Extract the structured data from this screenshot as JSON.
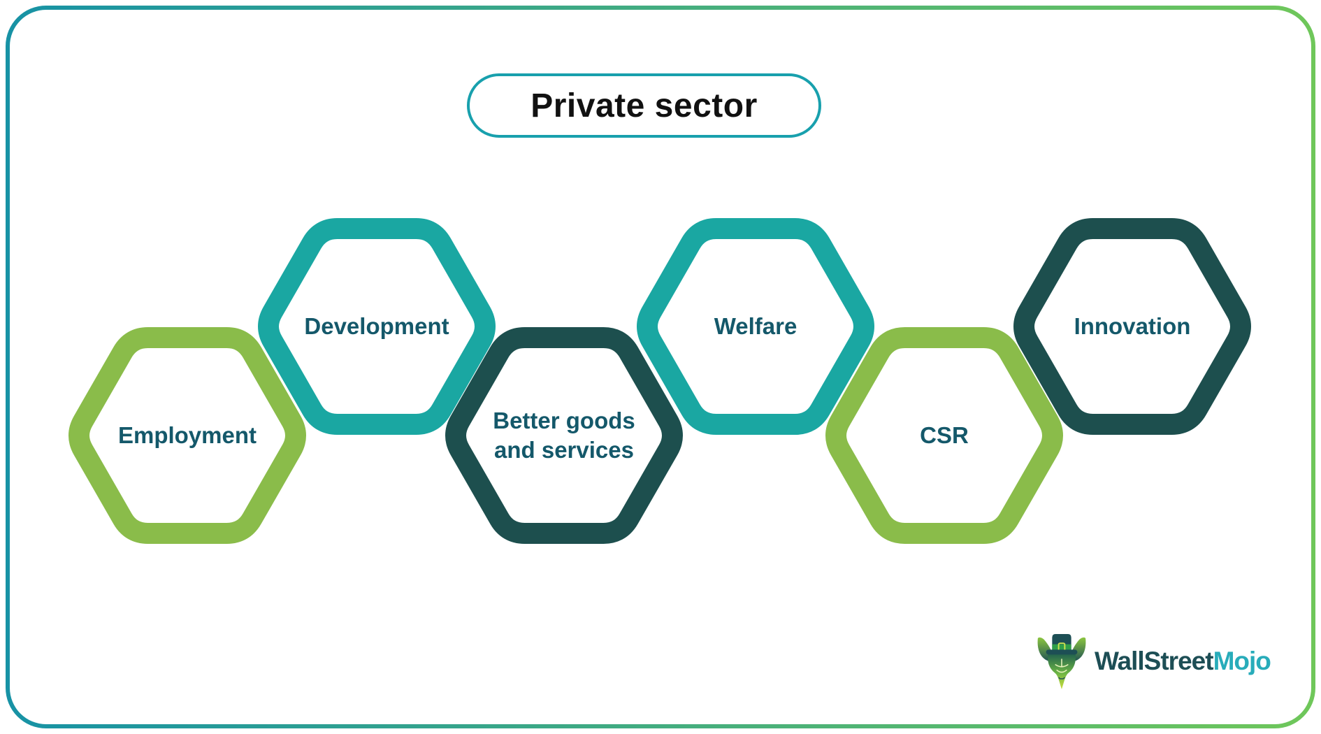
{
  "title": {
    "label": "Private sector"
  },
  "hexagons": [
    {
      "label": "Employment",
      "color": "#8abc4a"
    },
    {
      "label": "Development",
      "color": "#1aa7a2"
    },
    {
      "label": "Better goods and services",
      "color": "#1d4f4e"
    },
    {
      "label": "Welfare",
      "color": "#1aa7a2"
    },
    {
      "label": "CSR",
      "color": "#8abc4a"
    },
    {
      "label": "Innovation",
      "color": "#1d4f4e"
    }
  ],
  "logo": {
    "text_primary": "WallStreet",
    "text_secondary": "Mojo"
  },
  "colors": {
    "frame_start": "#1792a5",
    "frame_end": "#6fc75a",
    "title_border": "#18a0ad",
    "title_text": "#111111",
    "label_text": "#14586a",
    "logo_primary": "#1d4e55",
    "logo_secondary": "#28acba",
    "hex_green": "#8abc4a",
    "hex_teal": "#1aa7a2",
    "hex_dark": "#1d4f4e"
  }
}
